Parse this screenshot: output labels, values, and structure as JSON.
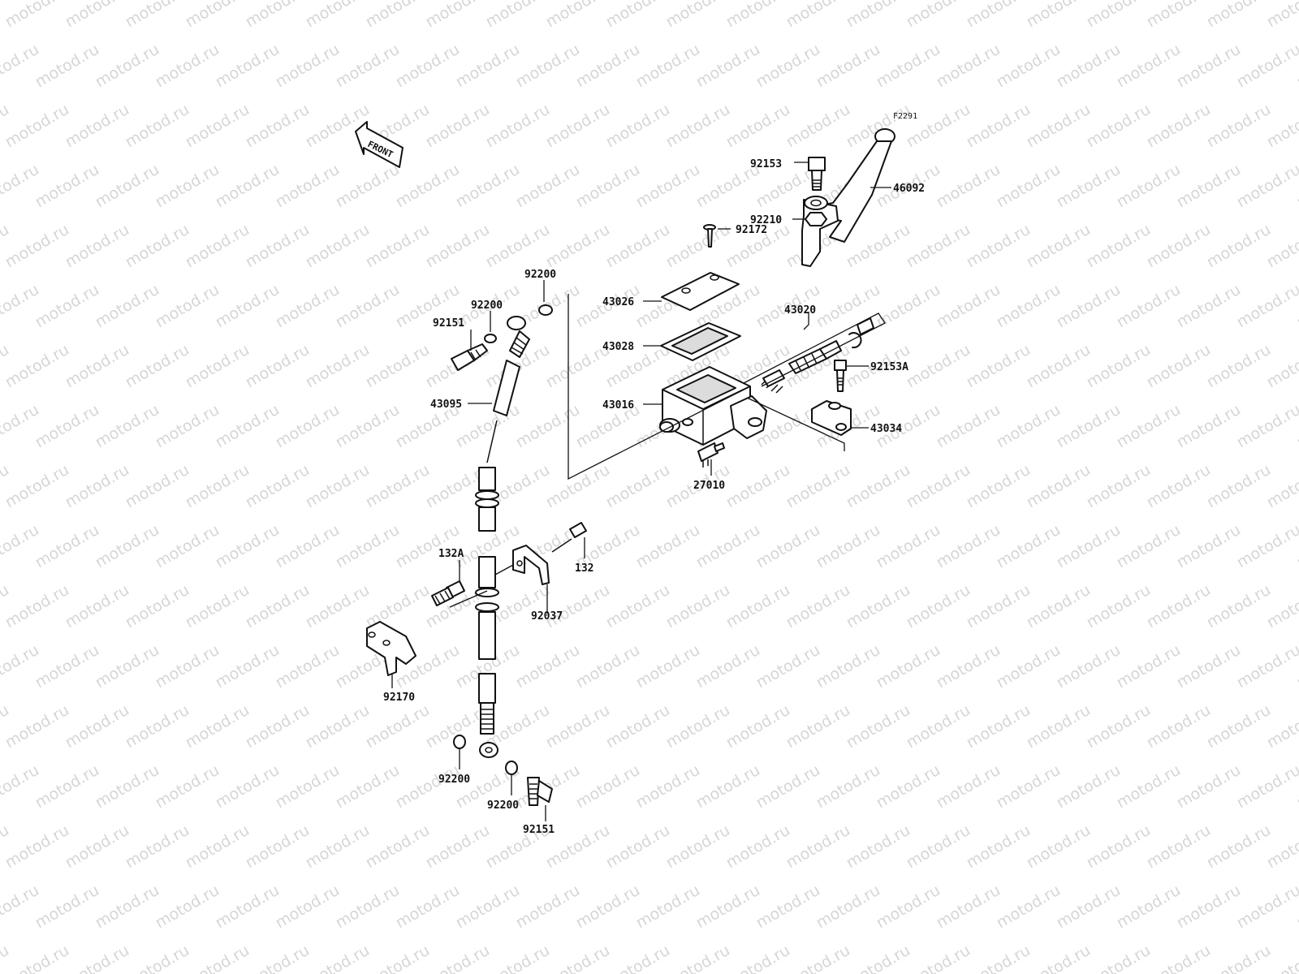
{
  "diagram": {
    "figure_code": "F2291",
    "front_arrow_label": "FRONT",
    "watermark_text": "motod.ru"
  },
  "callouts": {
    "p92153": "92153",
    "p46092": "46092",
    "p92172": "92172",
    "p92210": "92210",
    "p43026": "43026",
    "p43028": "43028",
    "p43020": "43020",
    "p92153A": "92153A",
    "p43016": "43016",
    "p43034": "43034",
    "p27010": "27010",
    "p92200_top_right": "92200",
    "p92200_top_left": "92200",
    "p92151_top": "92151",
    "p43095": "43095",
    "p132A": "132A",
    "p132": "132",
    "p92037": "92037",
    "p92170": "92170",
    "p92200_bottom_left": "92200",
    "p92200_bottom_right": "92200",
    "p92151_bottom": "92151"
  }
}
